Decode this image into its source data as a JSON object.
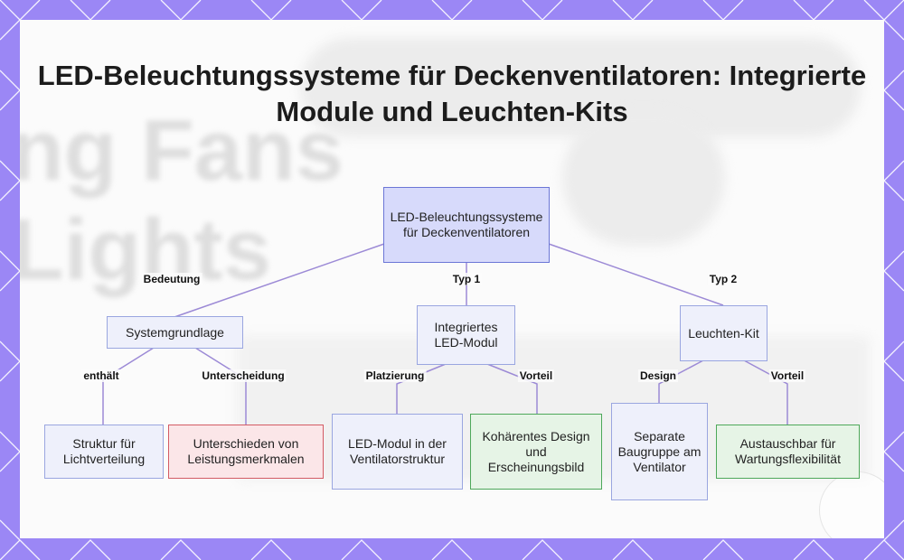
{
  "title": "LED-Beleuchtungssysteme für Deckenventilatoren: Integrierte Module und Leuchten-Kits",
  "nodes": {
    "root": "LED-Beleuchtungssysteme für Deckenventilatoren",
    "systemgrundlage": "Systemgrundlage",
    "integriertes": "Integriertes LED-Modul",
    "leuchtenkit": "Leuchten-Kit",
    "struktur": "Struktur für Lichtverteilung",
    "unterschieden": "Unterschieden von Leistungsmerkmalen",
    "led_modul": "LED-Modul in der Ventilatorstruktur",
    "kohaerentes": "Kohärentes Design und Erscheinungsbild",
    "separate": "Separate Baugruppe am Ventilator",
    "austauschbar": "Austauschbar für Wartungsflexibilität"
  },
  "edges": {
    "bedeutung": "Bedeutung",
    "typ1": "Typ 1",
    "typ2": "Typ 2",
    "enthaelt": "enthält",
    "unterscheidung": "Unterscheidung",
    "platzierung": "Platzierung",
    "vorteil1": "Vorteil",
    "design": "Design",
    "vorteil2": "Vorteil"
  },
  "background": {
    "text1": "ng Fans",
    "text2": "Lights"
  },
  "colors": {
    "frame": "#9b87f5",
    "edge": "#9c8ad6",
    "root_fill": "#d7dafb",
    "red_border": "#d35b64",
    "green_border": "#4ea85a"
  }
}
